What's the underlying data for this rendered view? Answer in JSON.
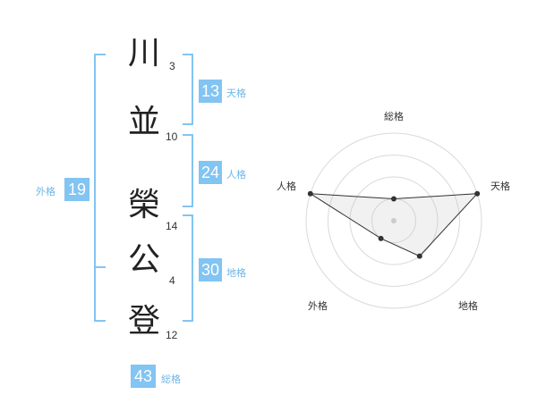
{
  "name": {
    "chars": [
      {
        "char": "川",
        "strokes": "3"
      },
      {
        "char": "並",
        "strokes": "10"
      },
      {
        "char": "榮",
        "strokes": "14"
      },
      {
        "char": "公",
        "strokes": "4"
      },
      {
        "char": "登",
        "strokes": "12"
      }
    ]
  },
  "fortune": {
    "tenkaku": {
      "value": "13",
      "label": "天格"
    },
    "jinkaku": {
      "value": "24",
      "label": "人格"
    },
    "chikaku": {
      "value": "30",
      "label": "地格"
    },
    "gaikaku": {
      "value": "19",
      "label": "外格"
    },
    "soukaku": {
      "value": "43",
      "label": "総格"
    }
  },
  "colors": {
    "accent": "#82c4f2",
    "accent_text": "#6fb6e6"
  },
  "chart_data": {
    "type": "radar",
    "axes": [
      "総格",
      "天格",
      "地格",
      "外格",
      "人格"
    ],
    "values": [
      1,
      4,
      2,
      1,
      4
    ],
    "max": 4,
    "rings": 4,
    "grid": true
  }
}
